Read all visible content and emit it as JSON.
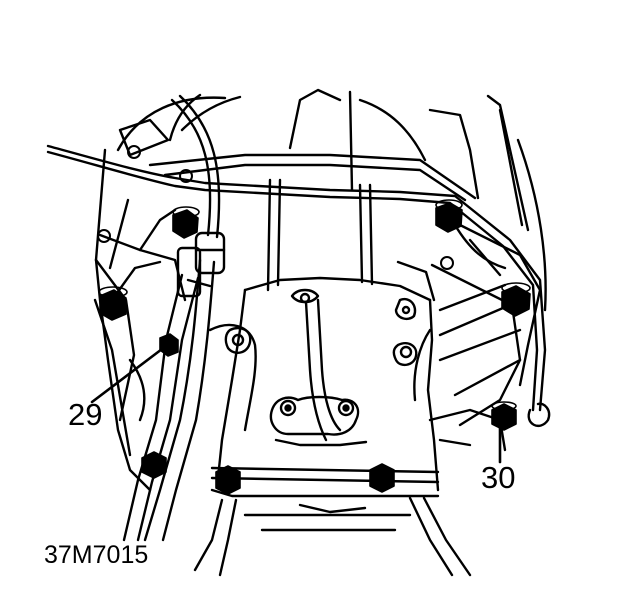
{
  "callouts": {
    "bolt_29": "29",
    "bolt_30": "30",
    "figure_reference": "37M7015"
  },
  "colors": {
    "ink": "#000000",
    "paper": "#ffffff"
  }
}
